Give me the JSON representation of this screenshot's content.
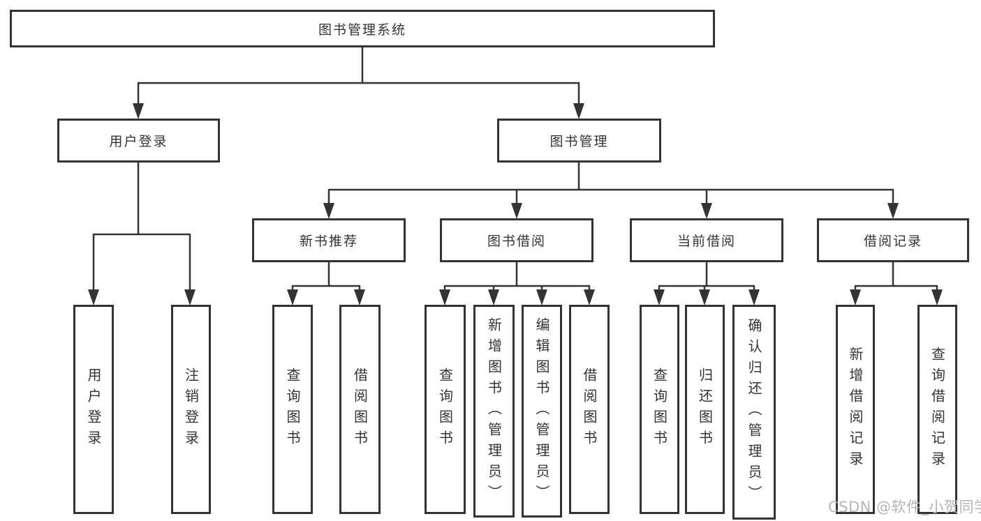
{
  "tree": {
    "root": "图书管理系统",
    "branches": [
      {
        "label": "用户登录",
        "leaves": [
          "用户登录",
          "注销登录"
        ]
      },
      {
        "label": "图书管理",
        "groups": [
          {
            "label": "新书推荐",
            "leaves": [
              "查询图书",
              "借阅图书"
            ]
          },
          {
            "label": "图书借阅",
            "leaves": [
              "查询图书",
              "新增图书（管理员）",
              "编辑图书（管理员）",
              "借阅图书"
            ]
          },
          {
            "label": "当前借阅",
            "leaves": [
              "查询图书",
              "归还图书",
              "确认归还（管理员）"
            ]
          },
          {
            "label": "借阅记录",
            "leaves": [
              "新增借阅记录",
              "查询借阅记录"
            ]
          }
        ]
      }
    ]
  },
  "watermark": "CSDN @软件_小贺同学",
  "colors": {
    "line": "#333333",
    "box_border": "#333333",
    "text": "#333333",
    "background": "#ffffff",
    "watermark": "#b5b5b5"
  }
}
